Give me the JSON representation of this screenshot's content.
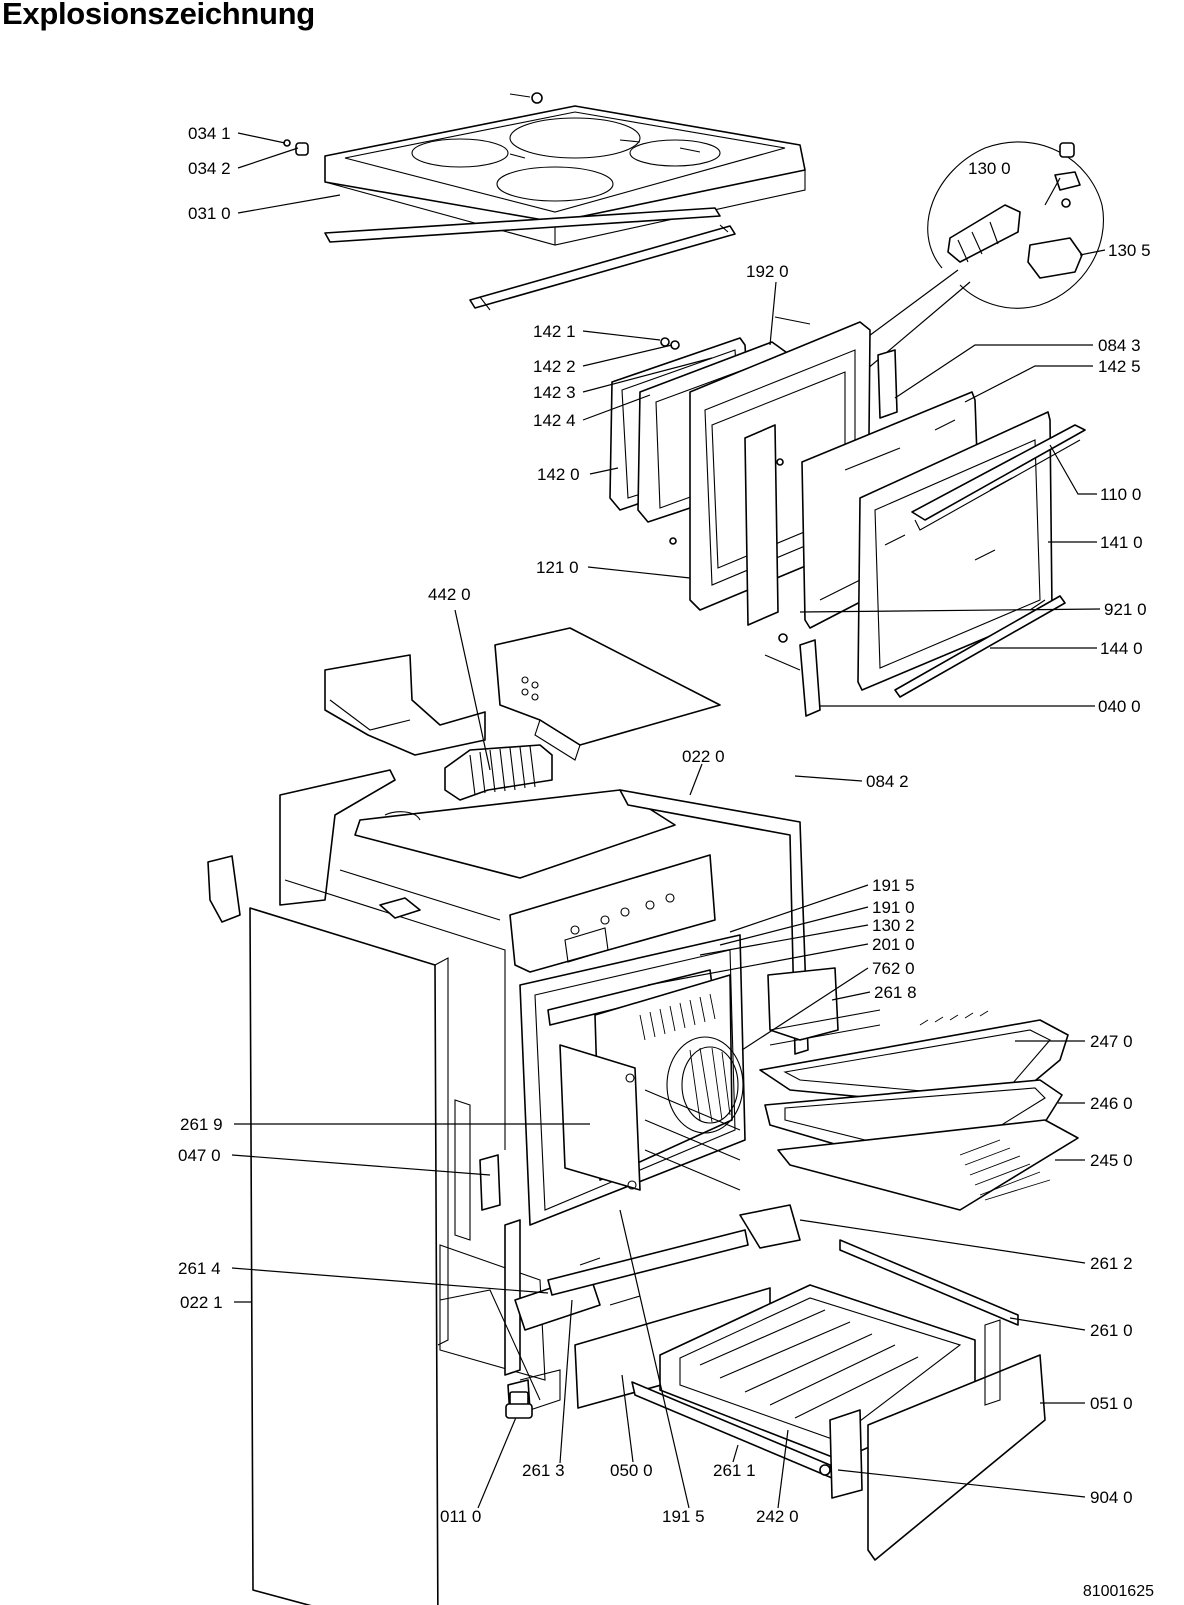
{
  "title": "Explosionszeichnung",
  "document_number": "81001625",
  "callouts": [
    {
      "id": "034-1",
      "text": "034 1"
    },
    {
      "id": "034-2",
      "text": "034 2"
    },
    {
      "id": "031-0",
      "text": "031 0"
    },
    {
      "id": "130-0",
      "text": "130 0"
    },
    {
      "id": "130-5",
      "text": "130 5"
    },
    {
      "id": "192-0",
      "text": "192 0"
    },
    {
      "id": "142-1",
      "text": "142 1"
    },
    {
      "id": "142-2",
      "text": "142 2"
    },
    {
      "id": "142-3",
      "text": "142 3"
    },
    {
      "id": "142-4",
      "text": "142 4"
    },
    {
      "id": "142-0",
      "text": "142 0"
    },
    {
      "id": "084-3",
      "text": "084 3"
    },
    {
      "id": "142-5",
      "text": "142 5"
    },
    {
      "id": "110-0",
      "text": "110 0"
    },
    {
      "id": "141-0",
      "text": "141 0"
    },
    {
      "id": "121-0",
      "text": "121 0"
    },
    {
      "id": "921-0",
      "text": "921 0"
    },
    {
      "id": "144-0",
      "text": "144 0"
    },
    {
      "id": "442-0",
      "text": "442 0"
    },
    {
      "id": "040-0",
      "text": "040 0"
    },
    {
      "id": "022-0",
      "text": "022 0"
    },
    {
      "id": "084-2",
      "text": "084 2"
    },
    {
      "id": "191-5a",
      "text": "191 5"
    },
    {
      "id": "191-0",
      "text": "191 0"
    },
    {
      "id": "130-2",
      "text": "130 2"
    },
    {
      "id": "201-0",
      "text": "201 0"
    },
    {
      "id": "762-0",
      "text": "762 0"
    },
    {
      "id": "261-8",
      "text": "261 8"
    },
    {
      "id": "247-0",
      "text": "247 0"
    },
    {
      "id": "246-0",
      "text": "246 0"
    },
    {
      "id": "261-9",
      "text": "261 9"
    },
    {
      "id": "047-0",
      "text": "047 0"
    },
    {
      "id": "245-0",
      "text": "245 0"
    },
    {
      "id": "261-2",
      "text": "261 2"
    },
    {
      "id": "261-4",
      "text": "261 4"
    },
    {
      "id": "022-1",
      "text": "022 1"
    },
    {
      "id": "261-0",
      "text": "261 0"
    },
    {
      "id": "051-0",
      "text": "051 0"
    },
    {
      "id": "261-3",
      "text": "261 3"
    },
    {
      "id": "050-0",
      "text": "050 0"
    },
    {
      "id": "261-1",
      "text": "261 1"
    },
    {
      "id": "904-0",
      "text": "904 0"
    },
    {
      "id": "011-0",
      "text": "011 0"
    },
    {
      "id": "191-5b",
      "text": "191  5"
    },
    {
      "id": "242-0",
      "text": "242 0"
    }
  ]
}
